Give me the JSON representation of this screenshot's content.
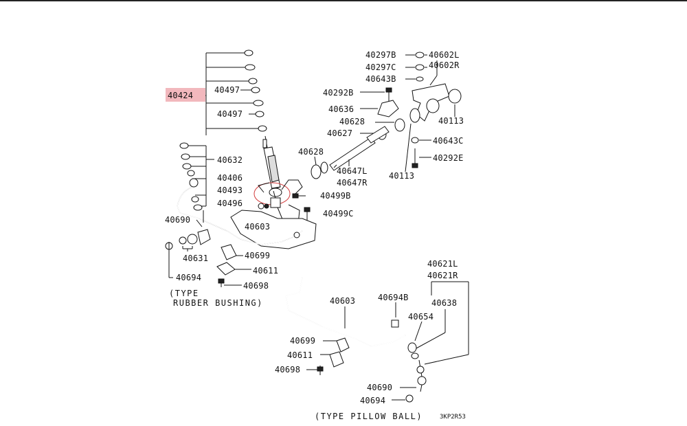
{
  "highlight_color": "#f2b8bd",
  "labels": {
    "p40424": "40424",
    "p40497a": "40497",
    "p40497b": "40497",
    "p40632": "40632",
    "p40406": "40406",
    "p40493": "40493",
    "p40496": "40496",
    "p40690a": "40690",
    "p40603a": "40603",
    "p40631": "40631",
    "p40699a": "40699",
    "p40611a": "40611",
    "p40694a": "40694",
    "p40698a": "40698",
    "p40297b": "40297B",
    "p40297c": "40297C",
    "p40643b": "40643B",
    "p40602l": "40602L",
    "p40602r": "40602R",
    "p40292b": "40292B",
    "p40636": "40636",
    "p40628a": "40628",
    "p40627": "40627",
    "p40628b": "40628",
    "p40647l": "40647L",
    "p40647r": "40647R",
    "p40113a": "40113",
    "p40643c": "40643C",
    "p40292e": "40292E",
    "p40113b": "40113",
    "p40499b": "40499B",
    "p40499c": "40499C",
    "p40621l": "40621L",
    "p40621r": "40621R",
    "p40603b": "40603",
    "p40694b": "40694B",
    "p40638": "40638",
    "p40654": "40654",
    "p40699b": "40699",
    "p40611b": "40611",
    "p40698b": "40698",
    "p40690b": "40690",
    "p40694c": "40694"
  },
  "captions": {
    "rubber_line1": "(TYPE",
    "rubber_line2": "RUBBER BUSHING)",
    "pillow": "(TYPE PILLOW BALL)",
    "code": "3KP2R53"
  }
}
